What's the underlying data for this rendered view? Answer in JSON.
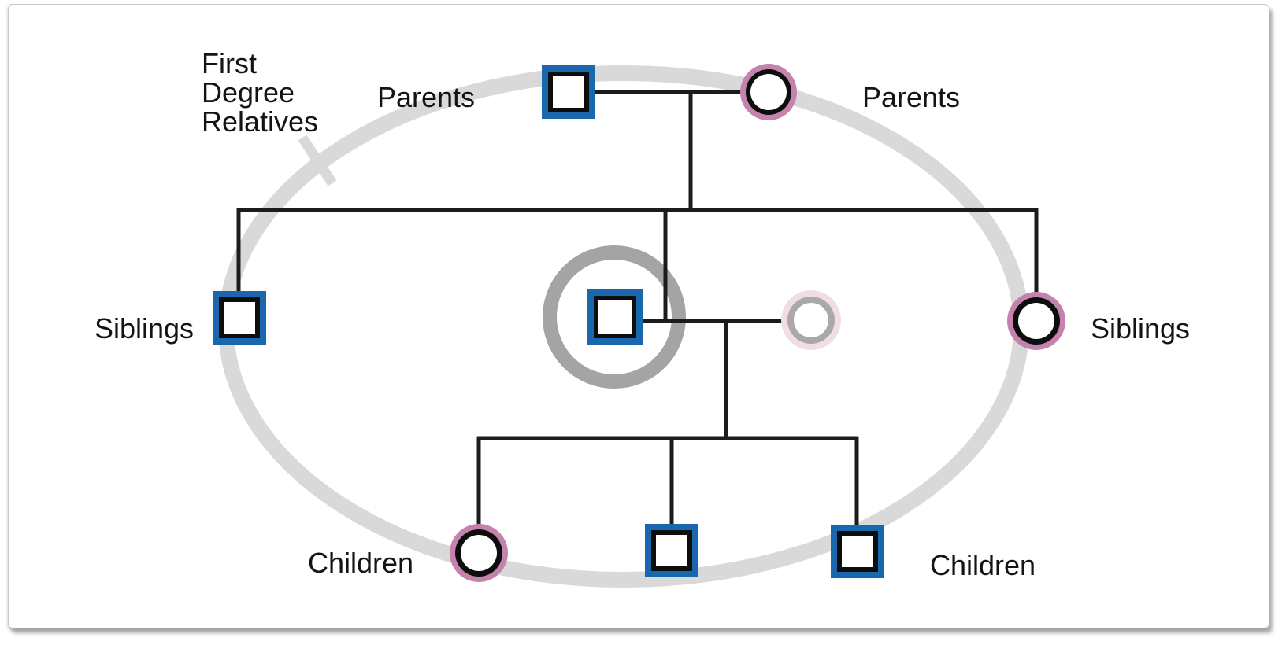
{
  "colors": {
    "male_border_blue": "#1b67ae",
    "female_border_pink": "#c383ac",
    "symbol_inner_black": "#0d0d0d",
    "symbol_fill_white": "#ffffff",
    "relationship_line_black": "#1c1c1c",
    "first_degree_ellipse_gray": "#d9d9d9",
    "proband_ring_gray": "#a4a4a4",
    "spouse_faded_pink": "#f1dde8",
    "spouse_faded_gray": "#a9a9a9",
    "label_text": "#141414"
  },
  "labels": {
    "first_degree_title": "First\nDegree\nRelatives",
    "parents_left": "Parents",
    "parents_right": "Parents",
    "siblings_left": "Siblings",
    "siblings_right": "Siblings",
    "children_left": "Children",
    "children_right": "Children"
  },
  "pedigree": {
    "type": "family-pedigree-diagram",
    "enclosure": "gray ellipse around first degree relatives with leader tick to title",
    "generations": [
      {
        "name": "parents",
        "members": [
          {
            "role": "parent",
            "symbol": "square-male"
          },
          {
            "role": "parent",
            "symbol": "circle-female"
          }
        ]
      },
      {
        "name": "proband-generation",
        "members": [
          {
            "role": "sibling",
            "symbol": "square-male"
          },
          {
            "role": "proband",
            "symbol": "square-male",
            "highlighted_with_gray_ring": true
          },
          {
            "role": "spouse",
            "symbol": "circle-female",
            "faded": true,
            "inside_ellipse": false
          },
          {
            "role": "sibling",
            "symbol": "circle-female"
          }
        ]
      },
      {
        "name": "children",
        "members": [
          {
            "role": "child",
            "symbol": "circle-female"
          },
          {
            "role": "child",
            "symbol": "square-male"
          },
          {
            "role": "child",
            "symbol": "square-male"
          }
        ]
      }
    ]
  }
}
